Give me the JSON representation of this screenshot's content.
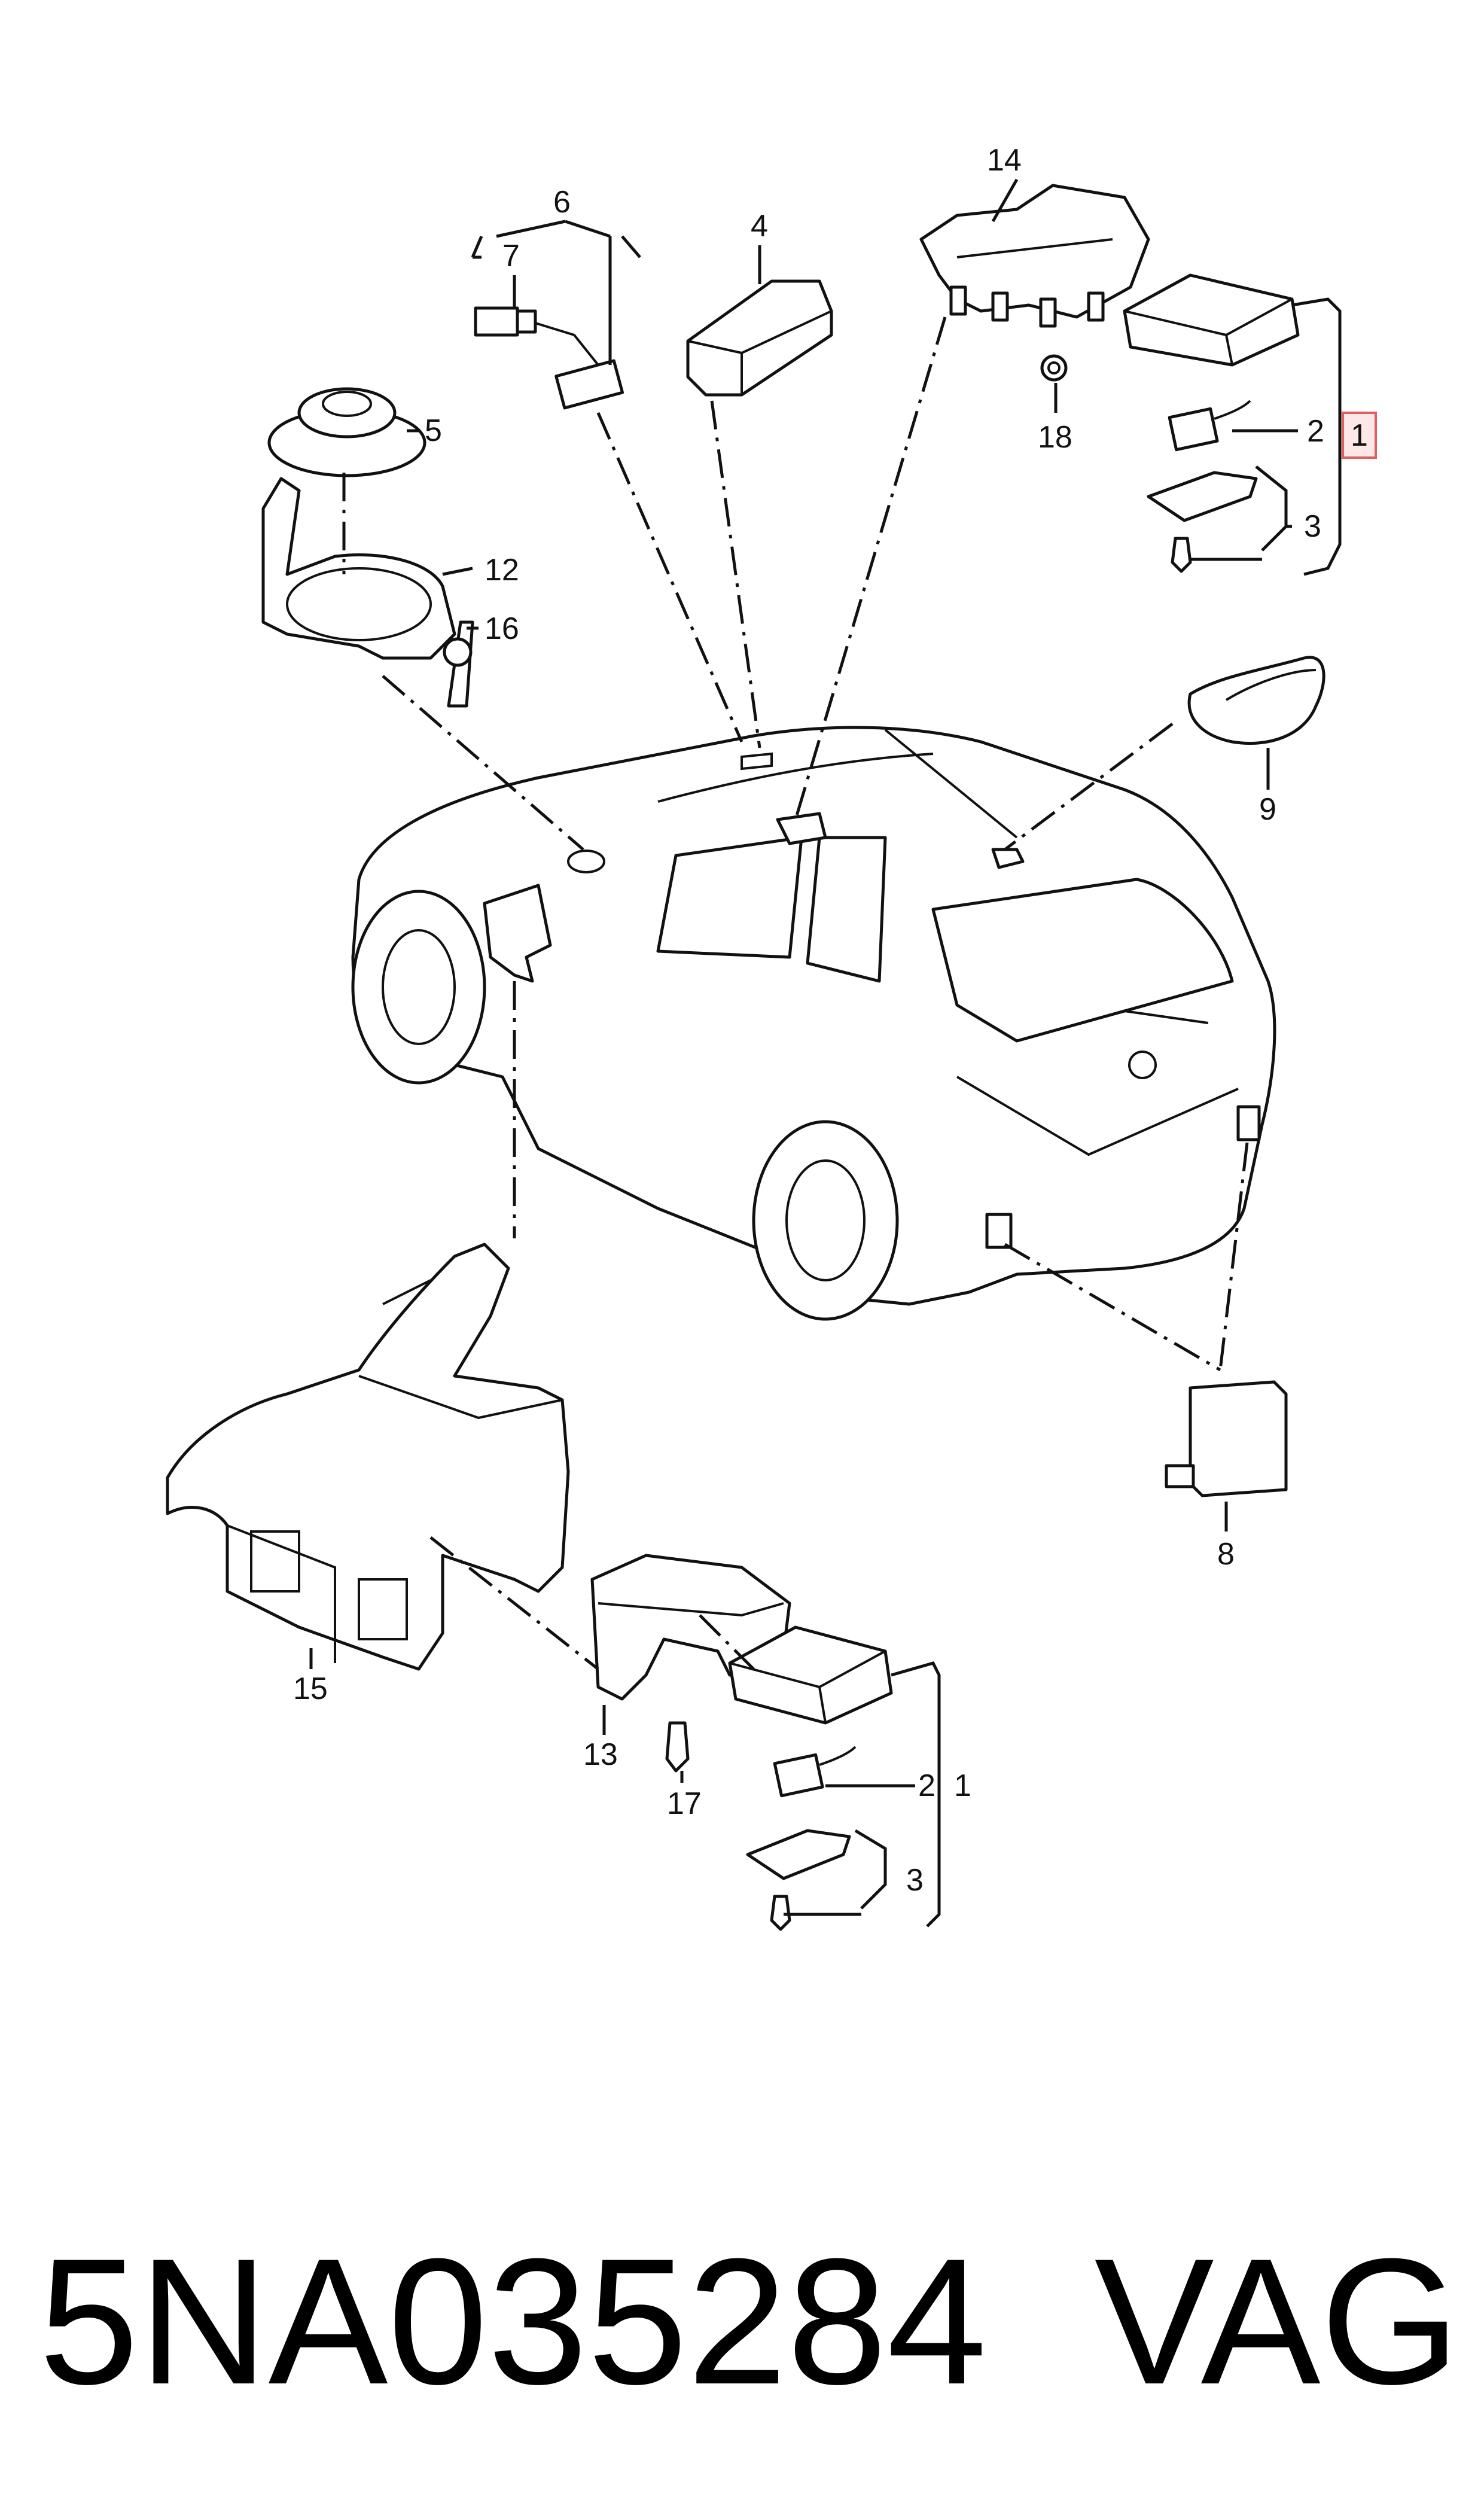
{
  "diagram": {
    "callouts": {
      "c1a": "1",
      "c1b": "1",
      "c2a": "2",
      "c2b": "2",
      "c3a": "3",
      "c3b": "3",
      "c4": "4",
      "c5": "5",
      "c6": "6",
      "c7": "7",
      "c8": "8",
      "c9": "9",
      "c12": "12",
      "c13": "13",
      "c14": "14",
      "c15": "15",
      "c16": "16",
      "c17": "17",
      "c18": "18"
    },
    "highlighted_callout": "1"
  },
  "footer": {
    "part_number": "5NA035284",
    "brand": "VAG"
  }
}
